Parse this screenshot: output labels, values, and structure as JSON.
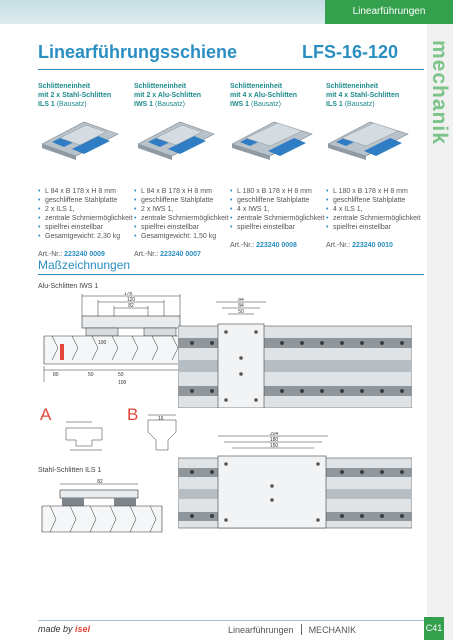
{
  "header": {
    "tab": "Linearführungen"
  },
  "side_tab": "mechanik",
  "title": "Linearführungsschiene",
  "model": "LFS-16-120",
  "products": [
    {
      "head1": "Schlitteneinheit",
      "head2": "mit 2 x Stahl-Schlitten",
      "head3": "ILS 1",
      "head3b": "(Bausatz)",
      "bullets": [
        "L 84 x B 178 x H 8 mm",
        "geschliffene Stahlplatte",
        "2 x ILS 1,",
        "zentrale Schmiermöglichkeit",
        "spielfrei einstellbar",
        "Gesamtgewicht: 2,30 kg"
      ],
      "nr_label": "Art.-Nr.:",
      "nr": "223240 0009"
    },
    {
      "head1": "Schlitteneinheit",
      "head2": "mit 2 x Alu-Schlitten",
      "head3": "IWS 1",
      "head3b": "(Bausatz)",
      "bullets": [
        "L 84 x B 178 x H 8 mm",
        "geschliffene Stahlplatte",
        "2 x IWS 1,",
        "zentrale Schmiermöglichkeit",
        "spielfrei einstellbar",
        "Gesamtgewicht: 1,50 kg"
      ],
      "nr_label": "Art.-Nr.:",
      "nr": "223240 0007"
    },
    {
      "head1": "Schlitteneinheit",
      "head2": "mit 4 x Alu-Schlitten",
      "head3": "IWS 1",
      "head3b": "(Bausatz)",
      "bullets": [
        "L 180 x B 178 x H 8 mm",
        "geschliffene Stahlplatte",
        "4 x IWS 1,",
        "zentrale Schmiermöglichkeit",
        "spielfrei einstellbar"
      ],
      "nr_label": "Art.-Nr.:",
      "nr": "223240 0008"
    },
    {
      "head1": "Schlitteneinheit",
      "head2": "mit 4 x Stahl-Schlitten",
      "head3": "ILS 1",
      "head3b": "(Bausatz)",
      "bullets": [
        "L 180 x B 178 x H 8 mm",
        "geschliffene Stahlplatte",
        "4 x ILS 1,",
        "zentrale Schmiermöglichkeit",
        "spielfrei einstellbar"
      ],
      "nr_label": "Art.-Nr.:",
      "nr": "223240 0010"
    }
  ],
  "section": "Maßzeichnungen",
  "drawings": {
    "alu_label": "Alu-Schlitten IWS 1",
    "stahl_label": "Stahl-Schlitten ILS 1",
    "detail_a": "A",
    "detail_b": "B",
    "dims_top": [
      "178",
      "120",
      "82"
    ],
    "dims_right_top": [
      "84",
      "84",
      "50"
    ],
    "dims_right_bottom": [
      "204",
      "180",
      "150"
    ],
    "dims_bottom": [
      "80",
      "50",
      "50",
      "100"
    ],
    "dim_82": "82",
    "dim_100": "100",
    "dim_16": "16"
  },
  "footer": {
    "brand_prefix": "made by",
    "brand": "isel",
    "section": "Linearführungen",
    "category": "MECHANIK",
    "page": "C41"
  }
}
